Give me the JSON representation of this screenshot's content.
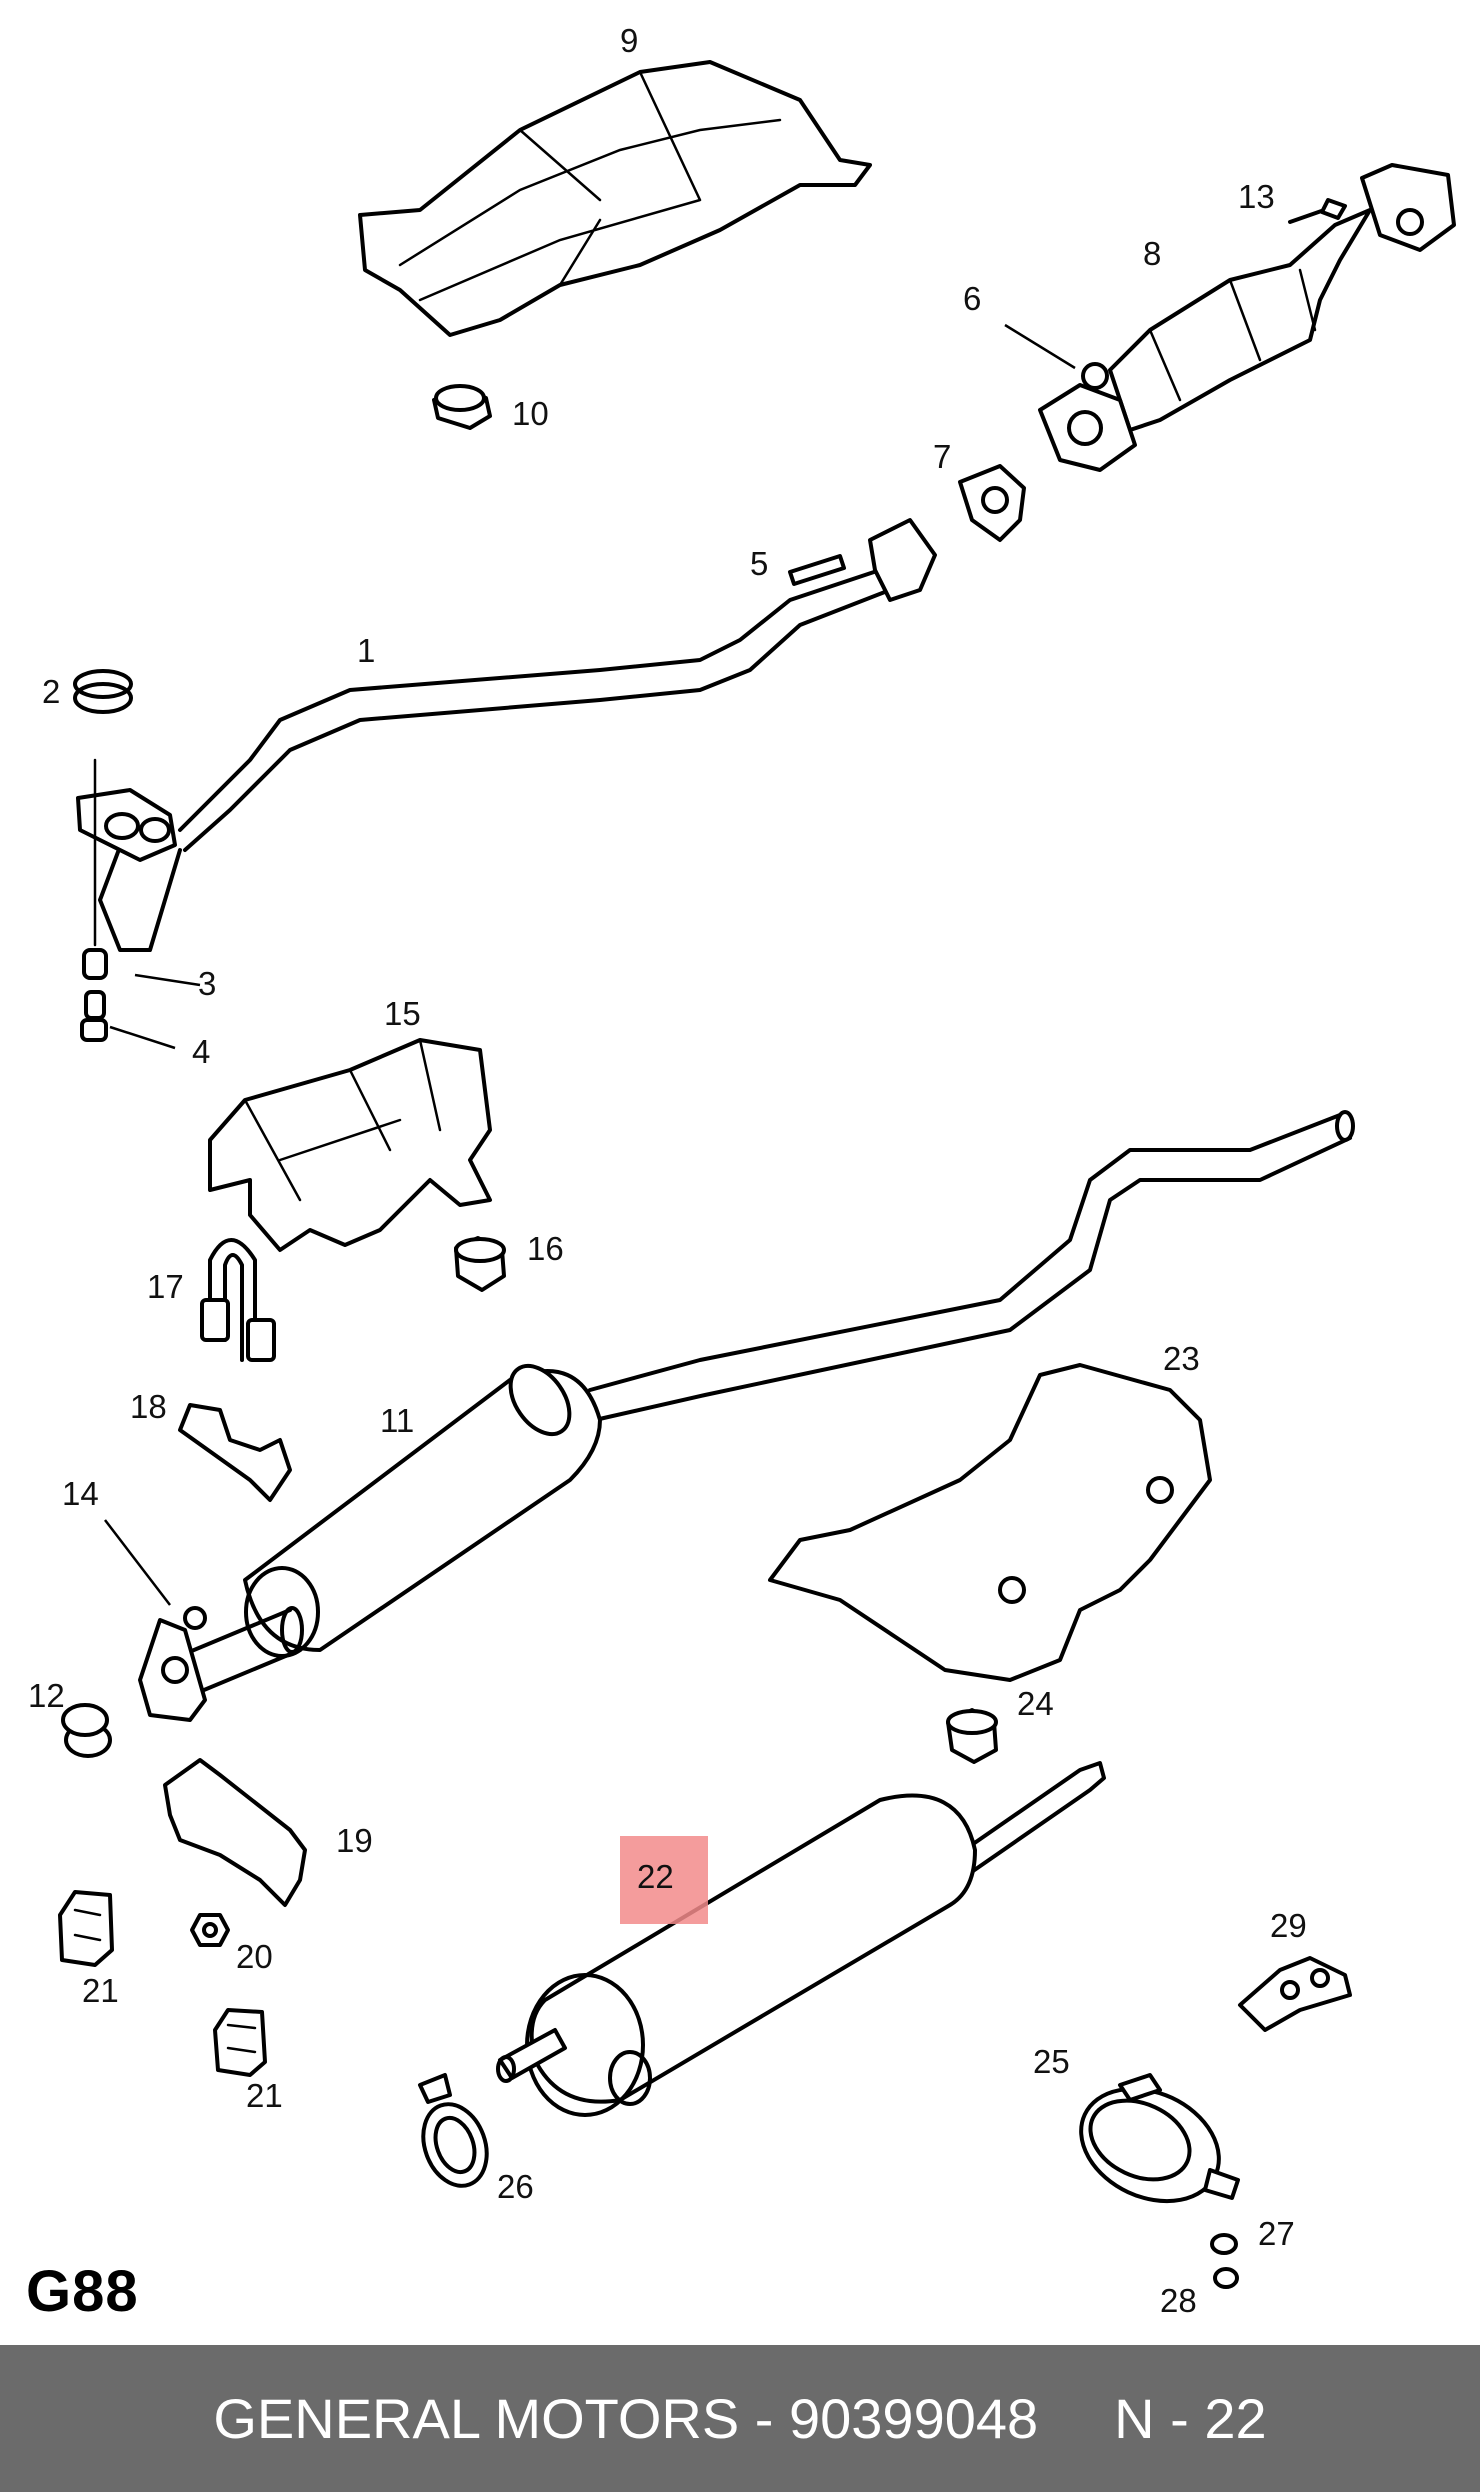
{
  "diagram": {
    "code": "G88",
    "highlighted_part": "22",
    "callouts": [
      "1",
      "2",
      "3",
      "4",
      "5",
      "6",
      "7",
      "8",
      "9",
      "10",
      "11",
      "12",
      "13",
      "14",
      "15",
      "16",
      "17",
      "18",
      "19",
      "20",
      "21",
      "21",
      "22",
      "23",
      "24",
      "25",
      "26",
      "27",
      "28",
      "29"
    ]
  },
  "footer": {
    "brand_partno": "GENERAL MOTORS - 90399048",
    "page": "N - 22"
  }
}
